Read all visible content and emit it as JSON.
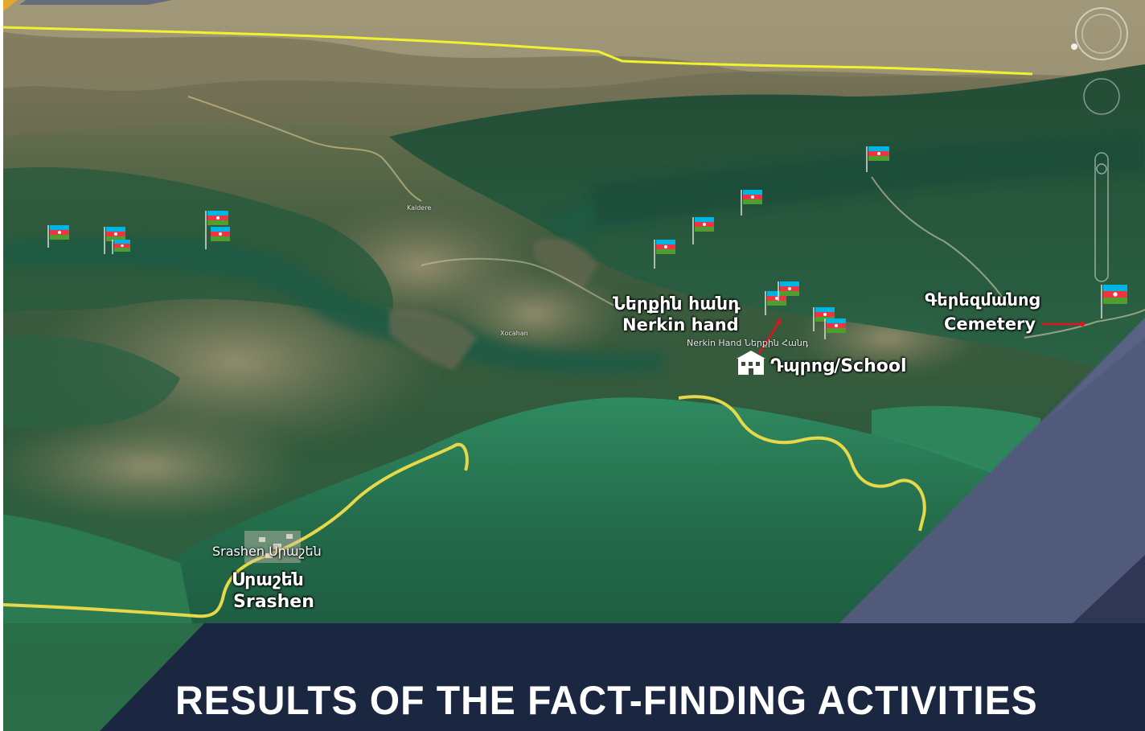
{
  "title": "RESULTS OF THE FACT-FINDING ACTIVITIES",
  "places": {
    "nerkin_hand_arm": "Ներքին հանդ",
    "nerkin_hand_en": "Nerkin hand",
    "nerkin_hand_map": "Nerkin Hand Ներքին Հանդ",
    "school": "Դպրոց/School",
    "cemetery_arm": "Գերեզմանոց",
    "cemetery_en": "Cemetery",
    "srashen_map": "Srashen Սրաշեն",
    "srashen_arm": "Սրաշեն",
    "srashen_en": "Srashen",
    "kaldere": "Kaldere",
    "xocahan": "Xocahan"
  },
  "markers": {
    "flag": "azerbaijan-flag-icon",
    "building": "school-building-icon"
  },
  "colors": {
    "banner": "#1b2740",
    "accent_slate": "#525a7c",
    "border_yellow": "#f1f22e",
    "road_yellow": "#e7d84a",
    "pointer_red": "#e0141a",
    "flag_blue": "#00b5e2",
    "flag_red": "#ef3340",
    "flag_green": "#509e2f"
  }
}
